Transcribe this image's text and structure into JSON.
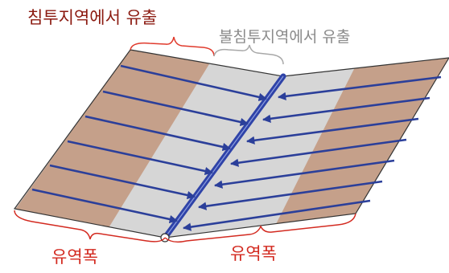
{
  "labels": {
    "infiltration_runoff": "침투지역에서 유출",
    "impervious_runoff": "불침투지역에서 유출",
    "left_flow_width": "유역폭",
    "right_flow_width": "유역폭"
  },
  "colors": {
    "pervious_strip": "#c5a08a",
    "impervious_strip": "#d6d6d6",
    "flow_arrow": "#2b3f9a",
    "channel": "#2f43a8",
    "infiltration_label": "#8b1a10",
    "impervious_label": "#8a8a8a",
    "flow_width_label": "#d32a20",
    "infiltration_brace": "#e03a2c",
    "impervious_brace": "#a8a8a8",
    "outline": "#333333"
  }
}
